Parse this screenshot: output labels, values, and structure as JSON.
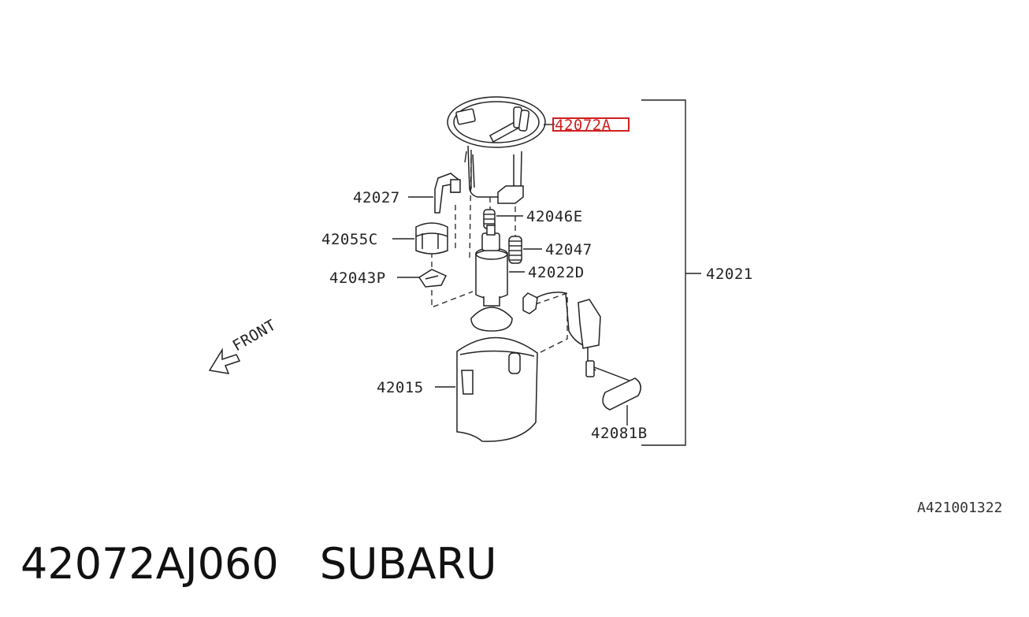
{
  "labels": {
    "p42072A": "42072A",
    "p42027": "42027",
    "p42046E": "42046E",
    "p42055C": "42055C",
    "p42047": "42047",
    "p42043P": "42043P",
    "p42022D": "42022D",
    "p42021": "42021",
    "p42015": "42015",
    "p42081B": "42081B",
    "front": "FRONT"
  },
  "diagram_code": "A421001322",
  "footer": {
    "part_number": "42072AJ060",
    "brand": "SUBARU"
  },
  "colors": {
    "highlight": "#d21f1f",
    "line": "#222222"
  }
}
